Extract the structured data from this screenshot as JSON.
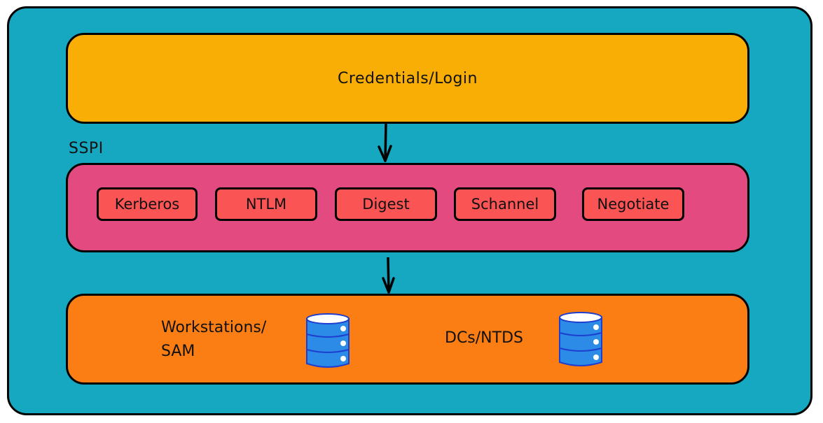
{
  "diagram": {
    "title_layer": {
      "label": "Credentials/Login",
      "color": "#f9ae06"
    },
    "sspi_layer": {
      "label": "SSPI",
      "color": "#e34a80",
      "packages": [
        {
          "label": "Kerberos"
        },
        {
          "label": "NTLM"
        },
        {
          "label": "Digest"
        },
        {
          "label": "Schannel"
        },
        {
          "label": "Negotiate"
        }
      ],
      "package_color": "#fb5455"
    },
    "storage_layer": {
      "color": "#fb7e14",
      "stores": [
        {
          "label_line1": "Workstations/",
          "label_line2": "SAM",
          "icon": "database-icon"
        },
        {
          "label_line1": "DCs/NTDS",
          "label_line2": "",
          "icon": "database-icon"
        }
      ]
    },
    "background_color": "#15a8c0"
  }
}
